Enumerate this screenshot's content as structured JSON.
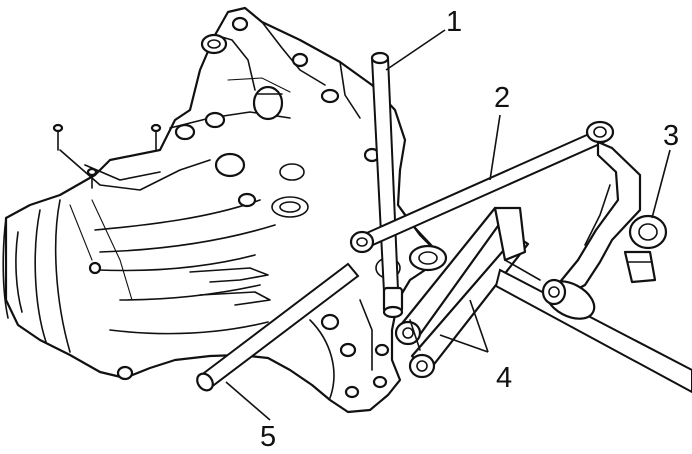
{
  "figure": {
    "callouts": [
      {
        "id": "1",
        "text": "1"
      },
      {
        "id": "2",
        "text": "2"
      },
      {
        "id": "3",
        "text": "3"
      },
      {
        "id": "4",
        "text": "4"
      },
      {
        "id": "5",
        "text": "5"
      }
    ],
    "colors": {
      "ink": "#111111",
      "paper": "#ffffff"
    }
  }
}
